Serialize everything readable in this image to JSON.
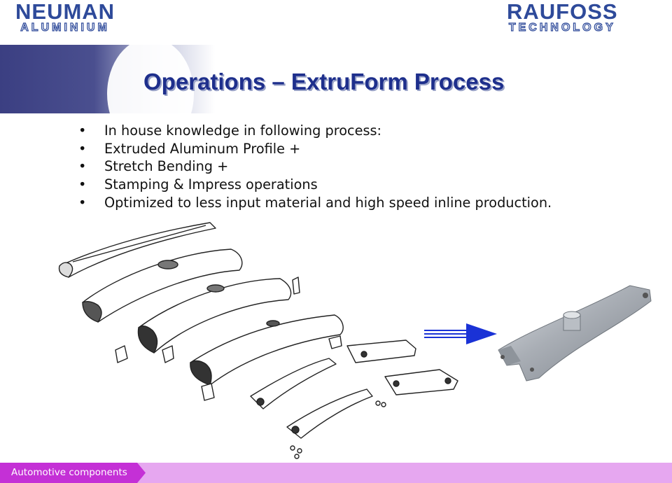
{
  "header": {
    "logo_left": {
      "line1": "NEUMAN",
      "line2": "ALUMINIUM"
    },
    "logo_right": {
      "line1": "RAUFOSS",
      "line2": "TECHNOLOGY"
    }
  },
  "title": "Operations – ExtruForm Process",
  "bullets": [
    {
      "symbol": "•",
      "text": "In house knowledge in following process:"
    },
    {
      "symbol": "•",
      "text": "Extruded Aluminum Profile +"
    },
    {
      "symbol": "•",
      "text": "Stretch Bending +"
    },
    {
      "symbol": "•",
      "text": "Stamping & Impress operations"
    },
    {
      "symbol": "•",
      "text": "Optimized to less input material and high speed inline production."
    }
  ],
  "footer": {
    "label": "Automotive components"
  },
  "colors": {
    "brand_blue": "#2e4a9a",
    "title_blue": "#1e2f8c",
    "band_navy": "#3b3f82",
    "footer_magenta": "#c430d6",
    "arrow_blue": "#1a32d6"
  },
  "icons": {
    "process_arrow": "right-arrow-icon"
  }
}
